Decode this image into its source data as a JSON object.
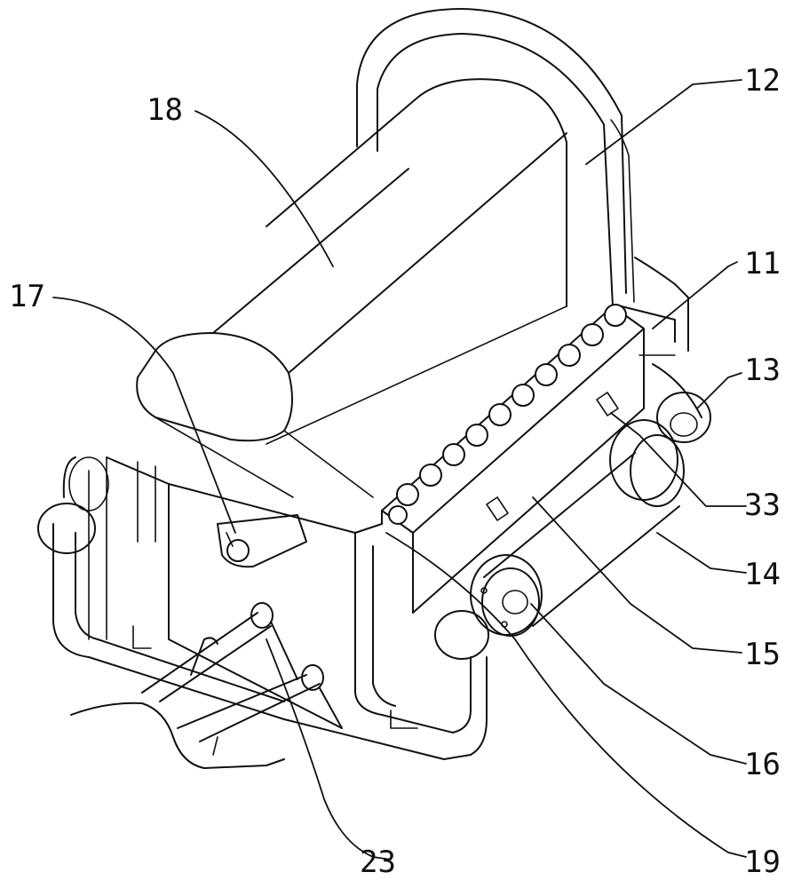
{
  "labels": {
    "l11": "11",
    "l12": "12",
    "l13": "13",
    "l14": "14",
    "l15": "15",
    "l16": "16",
    "l17": "17",
    "l18": "18",
    "l19": "19",
    "l23": "23",
    "l33": "33"
  }
}
